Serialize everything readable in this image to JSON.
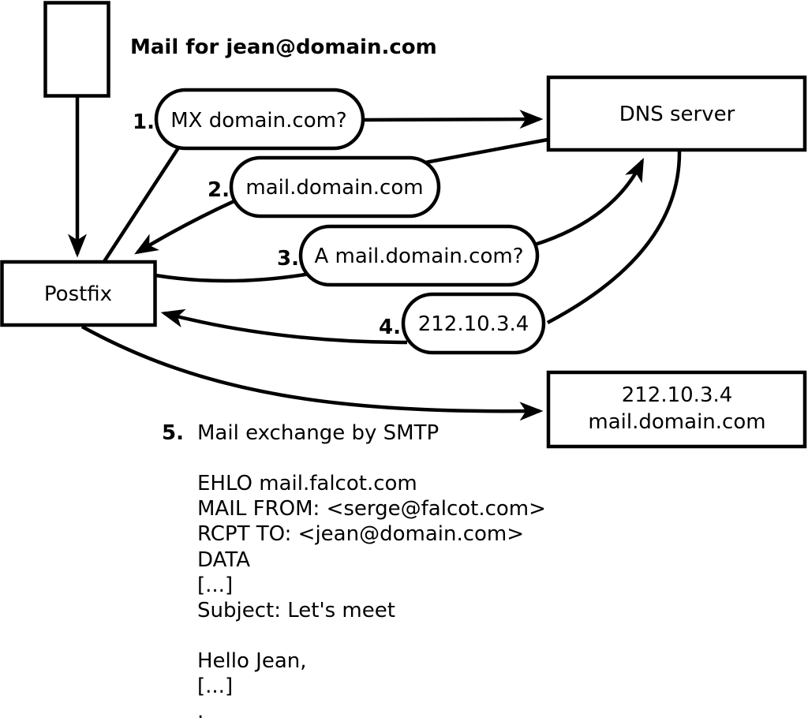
{
  "diagram": {
    "note": "Mail for jean@domain.com",
    "nodes": {
      "postfix": "Postfix",
      "dns_server": "DNS server",
      "mail_server_line1": "212.10.3.4",
      "mail_server_line2": "mail.domain.com"
    },
    "steps": [
      {
        "num": "1.",
        "label": "MX domain.com?"
      },
      {
        "num": "2.",
        "label": "mail.domain.com"
      },
      {
        "num": "3.",
        "label": "A mail.domain.com?"
      },
      {
        "num": "4.",
        "label": "212.10.3.4"
      },
      {
        "num": "5.",
        "label": "Mail exchange by SMTP"
      }
    ],
    "smtp_session": [
      "EHLO mail.falcot.com",
      "MAIL FROM: <serge@falcot.com>",
      "RCPT TO: <jean@domain.com>",
      "DATA",
      "[...]",
      "Subject: Let's meet",
      "",
      "Hello Jean,",
      "[...]",
      "."
    ],
    "colors": {
      "stroke": "#000000",
      "background": "#ffffff"
    }
  }
}
